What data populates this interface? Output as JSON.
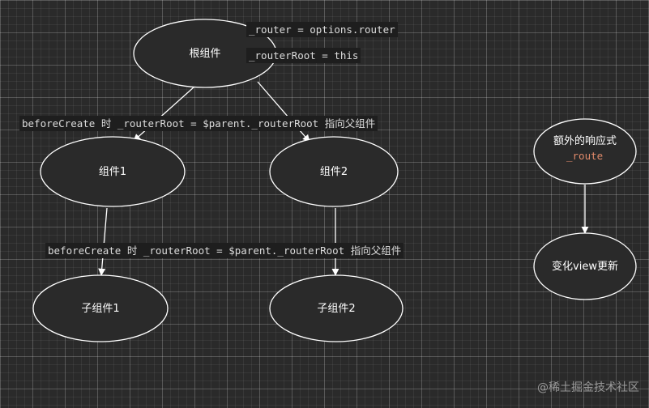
{
  "nodes": {
    "root": "根组件",
    "child1": "组件1",
    "child2": "组件2",
    "grandchild1": "子组件1",
    "grandchild2": "子组件2",
    "reactive_line1": "额外的响应式",
    "reactive_line2": "_route",
    "update_view": "变化view更新"
  },
  "labels": {
    "router_assign": "_router = options.router",
    "router_root_assign": "_routerRoot = this",
    "before_create_1": "beforeCreate 时 _routerRoot = $parent._routerRoot 指向父组件",
    "before_create_2": "beforeCreate 时 _routerRoot = $parent._routerRoot 指向父组件"
  },
  "watermark": "@稀土掘金技术社区",
  "colors": {
    "background": "#2a2a2a",
    "stroke": "#ffffff",
    "label_bg": "#1e1e1e",
    "route_text": "#e08a6a"
  }
}
